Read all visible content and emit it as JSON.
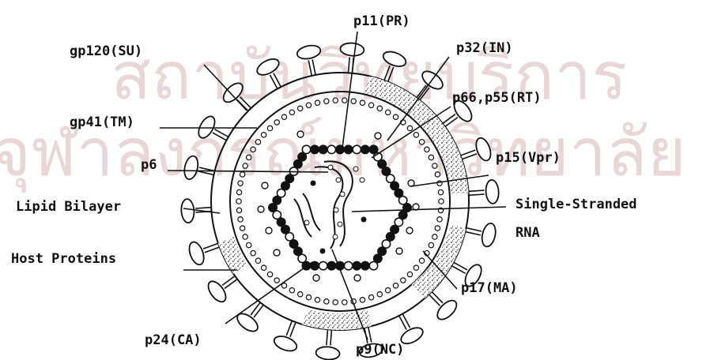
{
  "watermark": {
    "line1": "สถาบันวิทยบริการ",
    "line2": "จุฬาลงกรณ์มหาวิทยาลัย"
  },
  "labels": {
    "p11": "p11(PR)",
    "p32": "p32(IN)",
    "gp120": "gp120(SU)",
    "p66": "p66,p55(RT)",
    "gp41": "gp41(TM)",
    "p15": "p15(Vpr)",
    "p6": "p6",
    "lipid": "Lipid Bilayer",
    "ssrna1": "Single-Stranded",
    "ssrna2": "RNA",
    "host": "Host Proteins",
    "p17": "p17(MA)",
    "p24": "p24(CA)",
    "p9": "p9(NC)"
  },
  "colors": {
    "ink": "#111111",
    "watermark": "#d8b8b8"
  }
}
